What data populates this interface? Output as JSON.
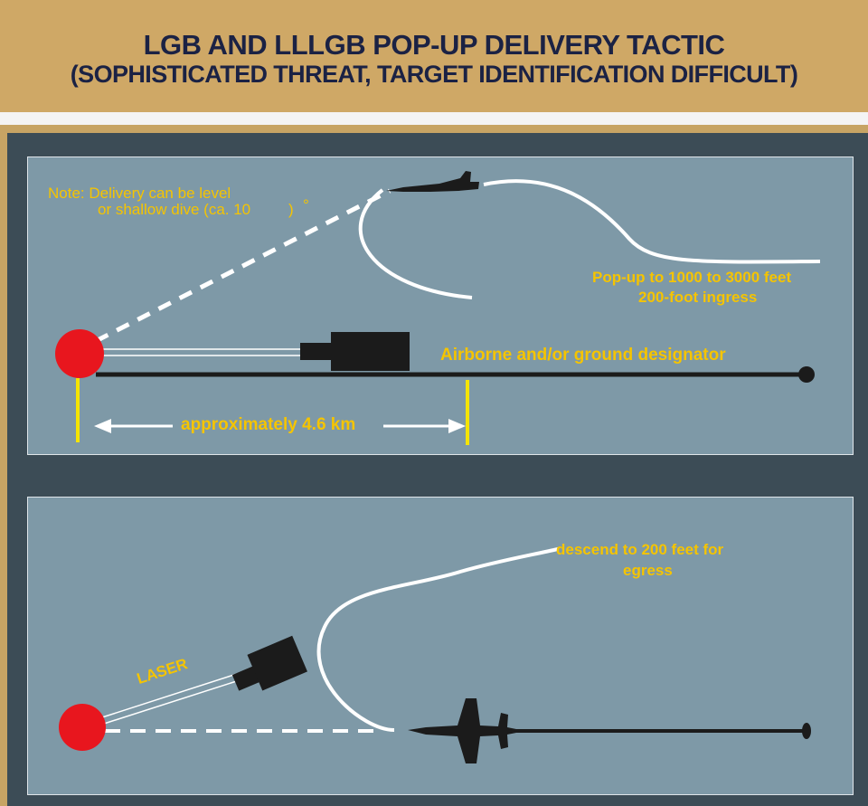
{
  "header": {
    "title": "LGB AND LLLGB POP-UP DELIVERY TACTIC",
    "subtitle": "(SOPHISTICATED THREAT, TARGET IDENTIFICATION DIFFICULT)"
  },
  "top_panel": {
    "note_line1": "Note: Delivery can be level",
    "note_line2": "or shallow dive (ca. 10",
    "note_degree": "°",
    "note_close": ")",
    "popup_line1": "Pop-up to 1000 to 3000 feet",
    "popup_line2": "200-foot ingress",
    "designator_label": "Airborne and/or ground designator",
    "distance_label": "approximately 4.6 km"
  },
  "bottom_panel": {
    "egress_line1": "descend to 200 feet for",
    "egress_line2": "egress",
    "laser_label": "LASER"
  },
  "colors": {
    "header_bg": "#cfa866",
    "title_text": "#1b2244",
    "panel_bg": "#7e99a7",
    "label_yellow": "#f5c400",
    "target_red": "#e8161e",
    "aircraft": "#1b1b1b"
  }
}
